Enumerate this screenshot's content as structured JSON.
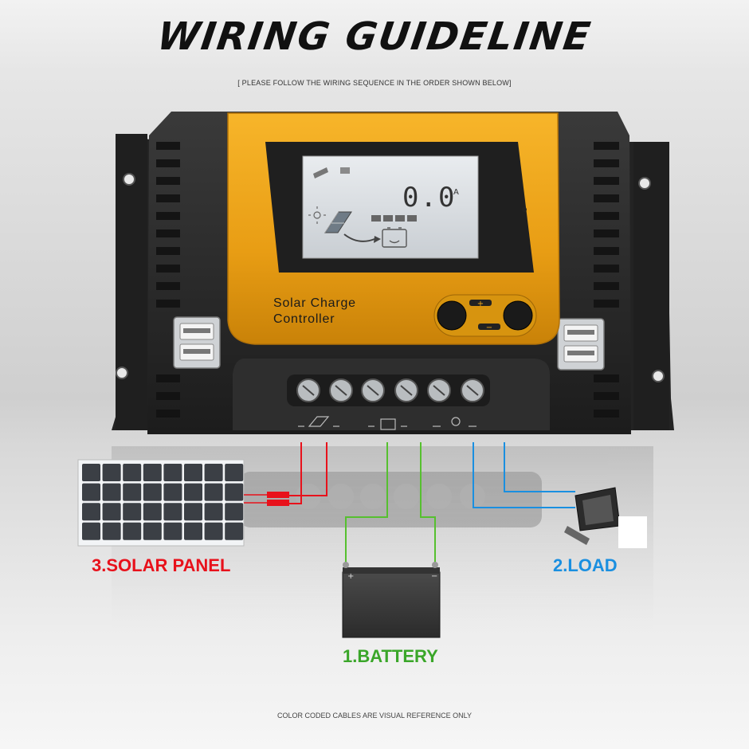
{
  "header": {
    "title": "WIRING GUIDELINE",
    "subtitle": "[ PLEASE FOLLOW THE WIRING SEQUENCE IN THE ORDER SHOWN BELOW]"
  },
  "controller": {
    "label_line1": "Solar Charge",
    "label_line2": "Controller",
    "display_reading": "0.0",
    "display_unit": "A"
  },
  "components": {
    "solar_label": "3.SOLAR PANEL",
    "load_label": "2.LOAD",
    "battery_label": "1.BATTERY"
  },
  "footer": {
    "note": "COLOR CODED CABLES ARE VISUAL REFERENCE ONLY"
  },
  "colors": {
    "solar_wire": "#e8111b",
    "battery_wire": "#56c02f",
    "load_wire": "#1a8fe0",
    "controller_face": "#f0a81a",
    "controller_body": "#2a2a2a"
  }
}
